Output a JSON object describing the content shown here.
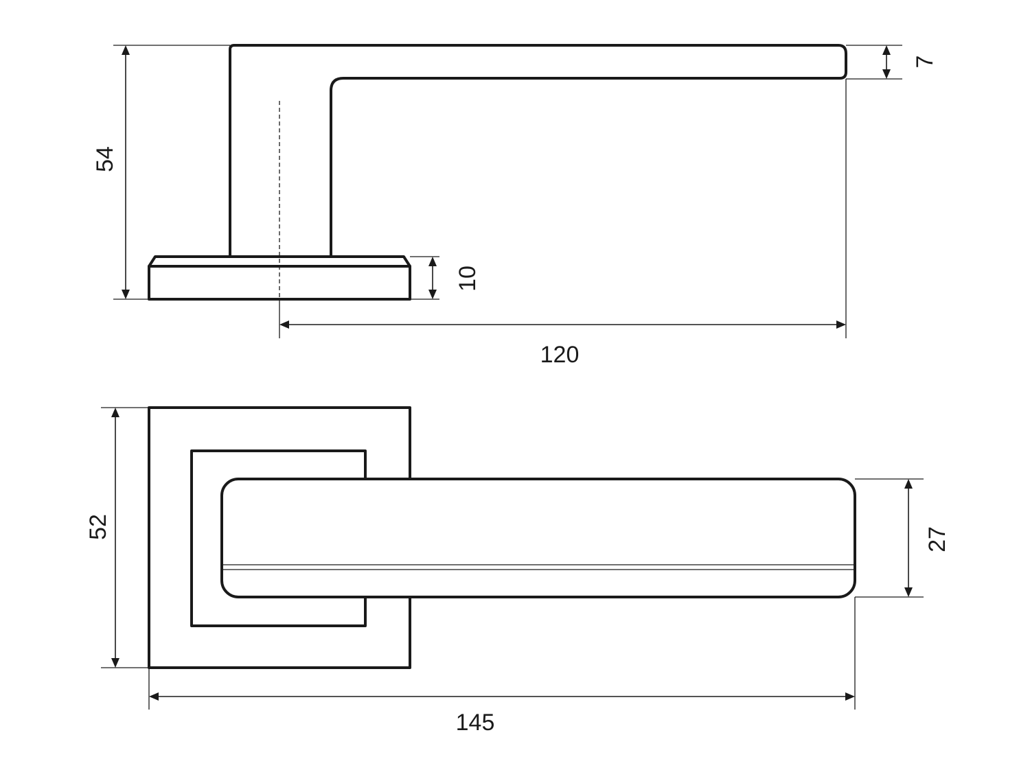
{
  "diagram": {
    "side_view": {
      "height_dim": "54",
      "lever_thickness_dim": "7",
      "rose_thickness_dim": "10",
      "projection_dim": "120"
    },
    "top_view": {
      "rose_size_dim": "52",
      "lever_width_dim": "27",
      "overall_length_dim": "145"
    }
  }
}
